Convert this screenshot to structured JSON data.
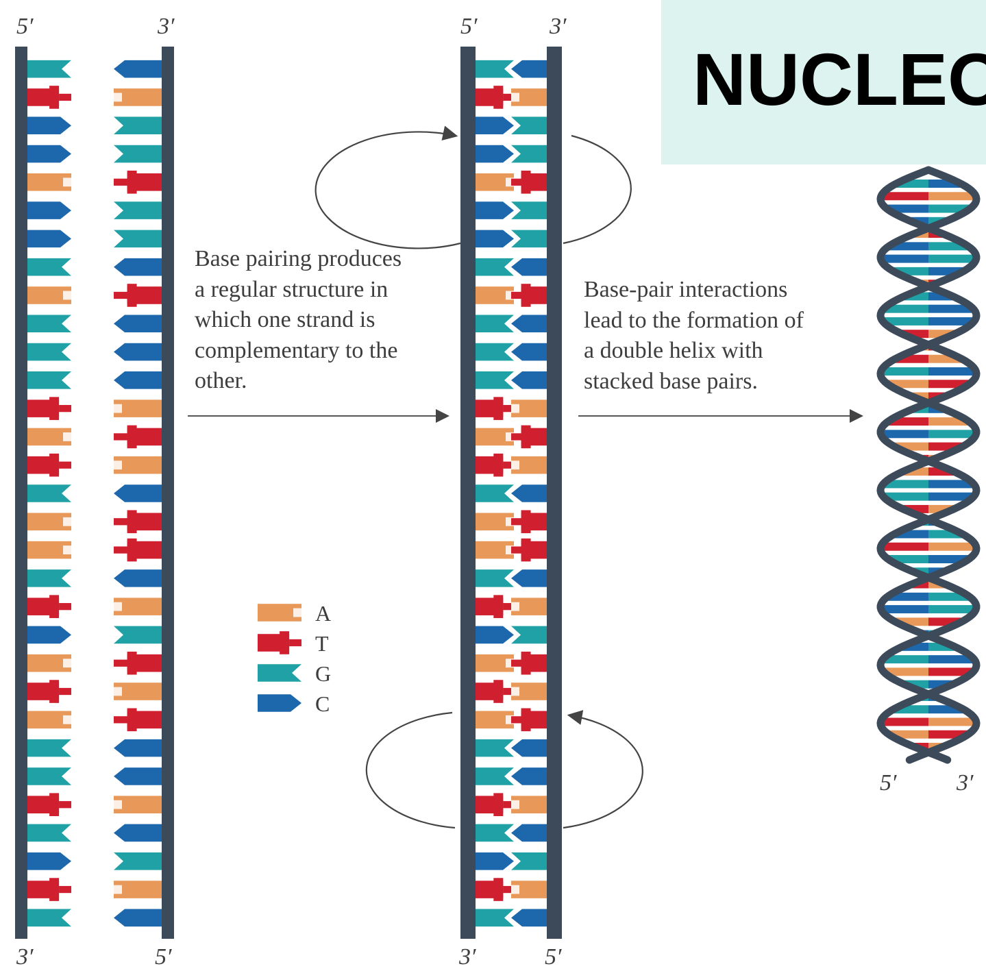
{
  "title": "NUCLEO",
  "caption_pairing": "Base pairing produces\na regular structure in\nwhich one strand is\ncomplementary to the\nother.",
  "caption_helix": "Base-pair interactions\nlead to the formation of\na double helix with\nstacked base pairs.",
  "end_labels": {
    "strands_left_top": "5′",
    "strands_right_top": "3′",
    "strands_left_bottom": "3′",
    "strands_right_bottom": "5′",
    "ladder_left_top": "5′",
    "ladder_right_top": "3′",
    "ladder_left_bottom": "3′",
    "ladder_right_bottom": "5′",
    "helix_left_bottom": "5′",
    "helix_right_bottom": "3′"
  },
  "legend": [
    {
      "base": "A",
      "color": "#e8995a"
    },
    {
      "base": "T",
      "color": "#d0202f"
    },
    {
      "base": "G",
      "color": "#1fa1a5"
    },
    {
      "base": "C",
      "color": "#1d68ad"
    }
  ],
  "colors": {
    "backbone": "#3d4a5a",
    "title_box": "#dcf3f0",
    "arrow": "#555555"
  },
  "sequence_5to3": [
    "G",
    "T",
    "C",
    "C",
    "A",
    "C",
    "C",
    "G",
    "A",
    "G",
    "G",
    "G",
    "T",
    "A",
    "T",
    "G",
    "A",
    "A",
    "G",
    "T",
    "C",
    "A",
    "T",
    "A",
    "G",
    "G",
    "T",
    "G",
    "C",
    "T",
    "G"
  ]
}
